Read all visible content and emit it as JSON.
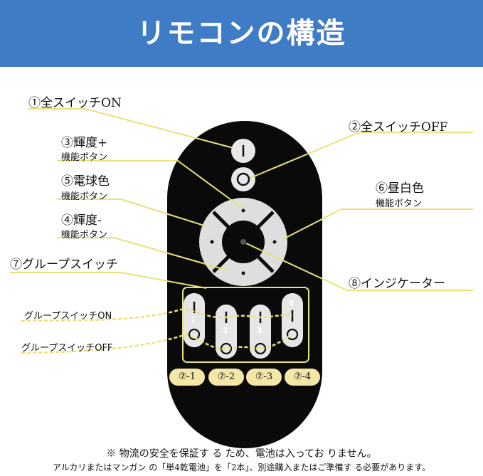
{
  "title": "リモコンの構造",
  "labels": {
    "all_on": "①全スイッチON",
    "all_off": "②全スイッチOFF",
    "bright_up": "③輝度+",
    "bright_up_sub": "機能ボタン",
    "bulb_color": "⑤電球色",
    "bulb_color_sub": "機能ボタン",
    "daylight": "⑥昼白色",
    "daylight_sub": "機能ボタン",
    "bright_down": "④輝度-",
    "bright_down_sub": "機能ボタン",
    "group_switch": "⑦グループスイッチ",
    "indicator": "⑧インジケーター",
    "group_on": "グループスイッチON",
    "group_off": "グループスイッチOFF"
  },
  "badges": [
    "⑦-1",
    "⑦-2",
    "⑦-3",
    "⑦-4"
  ],
  "button_numbers": [
    "1",
    "2",
    "3",
    "4"
  ],
  "notes": {
    "line1": "※ 物流の安全を保証す る ため、電池は入ってお りません。",
    "line2": "アルカリまたはマンガン の「単4乾電池」を「2本」、別途購入またはご準備す る必要があります。"
  },
  "colors": {
    "banner": "#3f7cc6",
    "remote_body": "#0a0a0a",
    "button": "#e6e6e6",
    "leader_line": "#e8e27a",
    "badge": "#f4e6a6"
  }
}
